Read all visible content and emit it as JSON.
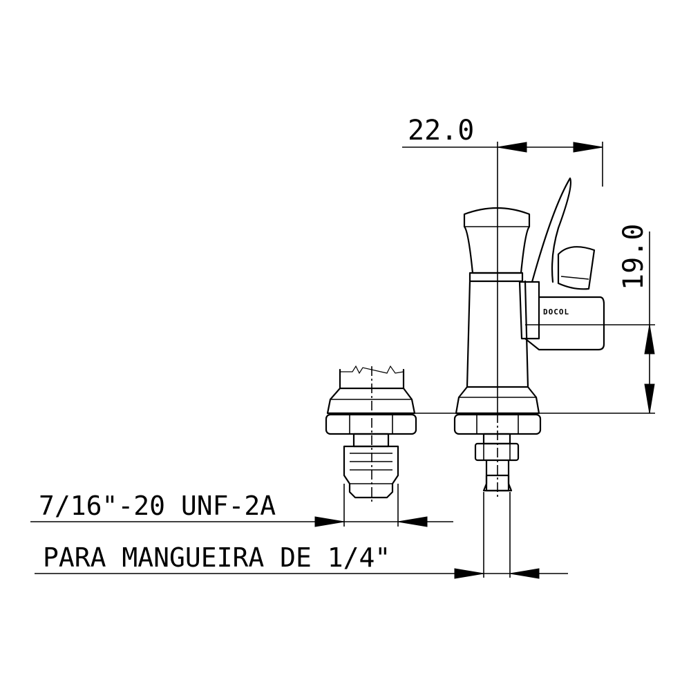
{
  "dimensions": {
    "width": "22.0",
    "height": "19.0"
  },
  "notes": {
    "thread_spec": "7/16\"-20 UNF-2A",
    "hose_spec": "PARA MANGUEIRA DE 1/4\""
  },
  "brand_mark": "DOCOL"
}
